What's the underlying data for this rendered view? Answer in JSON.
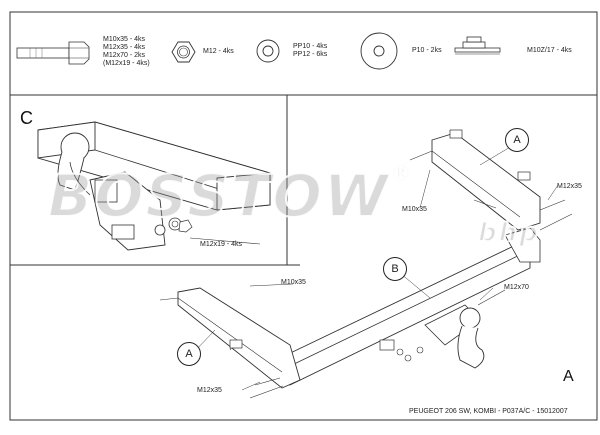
{
  "parts": {
    "bolt_label": "M10x35 - 4ks\nM12x35 - 4ks\nM12x70 - 2ks\n(M12x19 - 4ks)",
    "nut_label": "M12 - 4ks",
    "washer_pp_label": "PP10 - 4ks\nPP12 - 6ks",
    "washer_p_label": "P10 - 2ks",
    "plate_label": "M10Z/17 - 4ks"
  },
  "detail": {
    "letter": "C",
    "bolt_label": "M12x19 - 4ks"
  },
  "callouts": {
    "a_top": "A",
    "b": "B",
    "a_left": "A",
    "view": "A"
  },
  "dimensions": {
    "m10x35_top": "M10x35",
    "m12x35_right": "M12x35",
    "m10x35_left": "M10x35",
    "m12x70": "M12x70",
    "m12x35_bottom": "M12x35"
  },
  "watermark": {
    "text": "BOSSTOW",
    "reg": "®",
    "suffix": "bhp"
  },
  "footer": "PEUGEOT 206 SW, KOMBI - P037A/C - 15012007"
}
